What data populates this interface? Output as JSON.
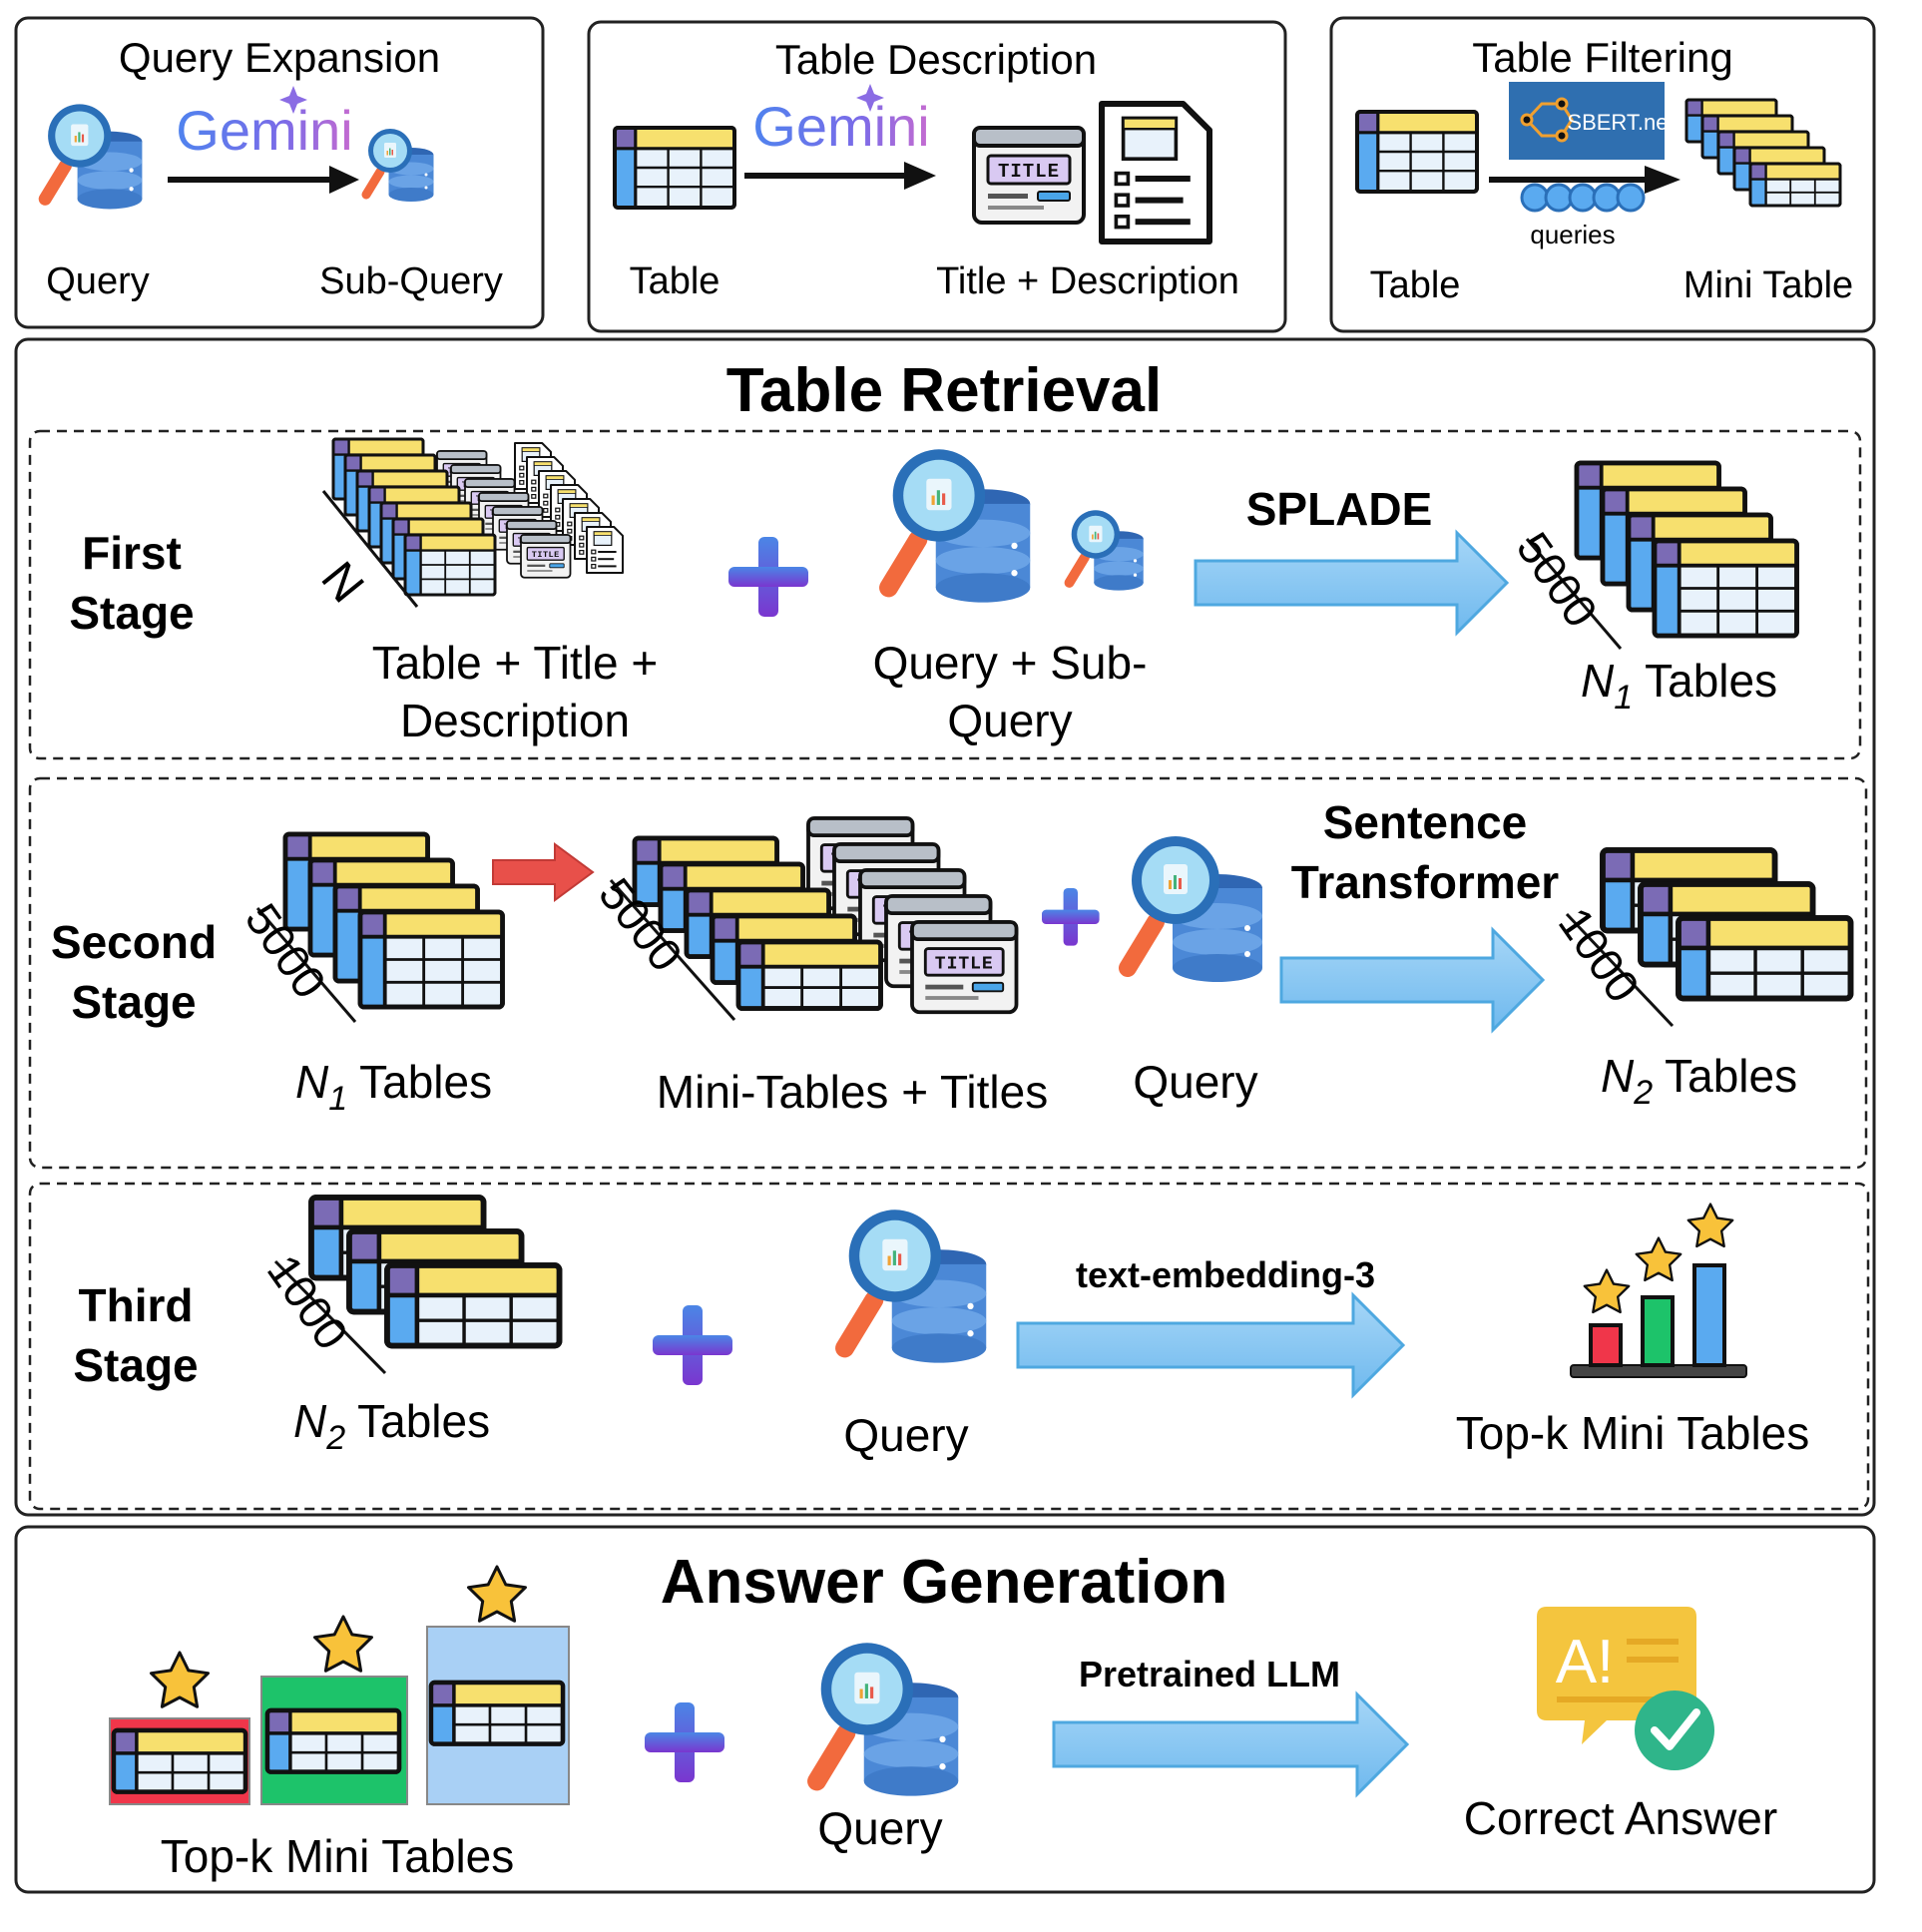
{
  "top_panels": {
    "query_expansion": {
      "title": "Query Expansion",
      "brand": "Gemini",
      "left_label": "Query",
      "right_label": "Sub-Query"
    },
    "table_description": {
      "title": "Table Description",
      "brand": "Gemini",
      "left_label": "Table",
      "right_label": "Title + Description",
      "icon_text": "TITLE"
    },
    "table_filtering": {
      "title": "Table Filtering",
      "brand": "SBERT.net",
      "queries_label": "queries",
      "left_label": "Table",
      "right_label": "Mini Table"
    }
  },
  "retrieval": {
    "title": "Table Retrieval",
    "first": {
      "stage_line1": "First",
      "stage_line2": "Stage",
      "stack_count": "N",
      "input_line1": "Table + Title +",
      "input_line2": "Description",
      "query_line1": "Query + Sub-",
      "query_line2": "Query",
      "method": "SPLADE",
      "out_count": "5000",
      "out_label_n": "N",
      "out_label_sub": "1",
      "out_label_rest": " Tables"
    },
    "second": {
      "stage_line1": "Second",
      "stage_line2": "Stage",
      "in_count": "5000",
      "in_label_n": "N",
      "in_label_sub": "1",
      "in_label_rest": " Tables",
      "mid_count": "5000",
      "mid_label": "Mini-Tables + Titles",
      "query_label": "Query",
      "method_line1": "Sentence",
      "method_line2": "Transformer",
      "out_count": "1000",
      "out_label_n": "N",
      "out_label_sub": "2",
      "out_label_rest": " Tables"
    },
    "third": {
      "stage_line1": "Third",
      "stage_line2": "Stage",
      "in_count": "1000",
      "in_label_n": "N",
      "in_label_sub": "2",
      "in_label_rest": " Tables",
      "query_label": "Query",
      "method": "text-embedding-3",
      "out_label": "Top-k Mini Tables"
    }
  },
  "answer": {
    "title": "Answer Generation",
    "tables_label": "Top-k Mini Tables",
    "query_label": "Query",
    "method": "Pretrained LLM",
    "out_label": "Correct Answer",
    "ai_text": "A!"
  },
  "colors": {
    "table_header": "#f7e06e",
    "table_side": "#5aaaf0",
    "table_corner": "#7b6bb5",
    "table_body": "#e8f2fb",
    "arrow_fill": "#8fcaf2",
    "arrow_stroke": "#4ea8e0",
    "plus_top": "#4b7be0",
    "plus_bottom": "#7a3fd0",
    "red_arrow": "#e8504a",
    "panel_red": "#f0364a",
    "panel_green": "#1dc36a",
    "panel_blue": "#a9d0f5",
    "star": "#f8c23a",
    "check": "#2fb58a",
    "note": "#f4c53e"
  }
}
